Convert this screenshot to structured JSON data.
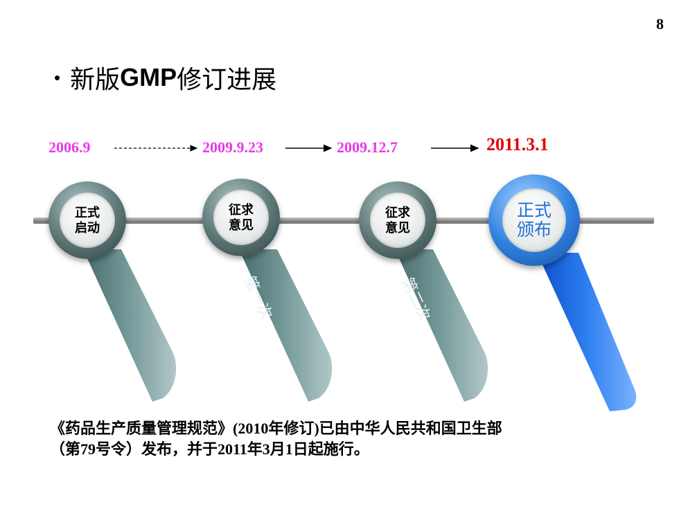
{
  "page_number": "8",
  "title": {
    "bullet": "•",
    "text_before": "新版",
    "text_bold": "GMP",
    "text_after": "修订进展"
  },
  "milestones": [
    {
      "date": "2006.9",
      "date_color": "#e83ae8",
      "label_line1": "正式",
      "label_line2": "启动"
    },
    {
      "date": "2009.9.23",
      "date_color": "#e83ae8",
      "label_line1": "征求",
      "label_line2": "意见",
      "tail_text": "第一次"
    },
    {
      "date": "2009.12.7",
      "date_color": "#e83ae8",
      "label_line1": "征求",
      "label_line2": "意见",
      "tail_text": "第二次"
    },
    {
      "date": "2011.3.1",
      "date_color": "#e00000",
      "label_line1": "正式",
      "label_line2": "颁布"
    }
  ],
  "colors": {
    "grey_tail": "#5f8585",
    "blue_tail": "#1f6fe8",
    "accent_date": "#e83ae8",
    "final_date": "#e00000"
  },
  "caption": {
    "line1": "《药品生产质量管理规范》(2010年修订)已由中华人民共和国卫生部",
    "line2": "（第79号令）发布，并于2011年3月1日起施行。"
  }
}
